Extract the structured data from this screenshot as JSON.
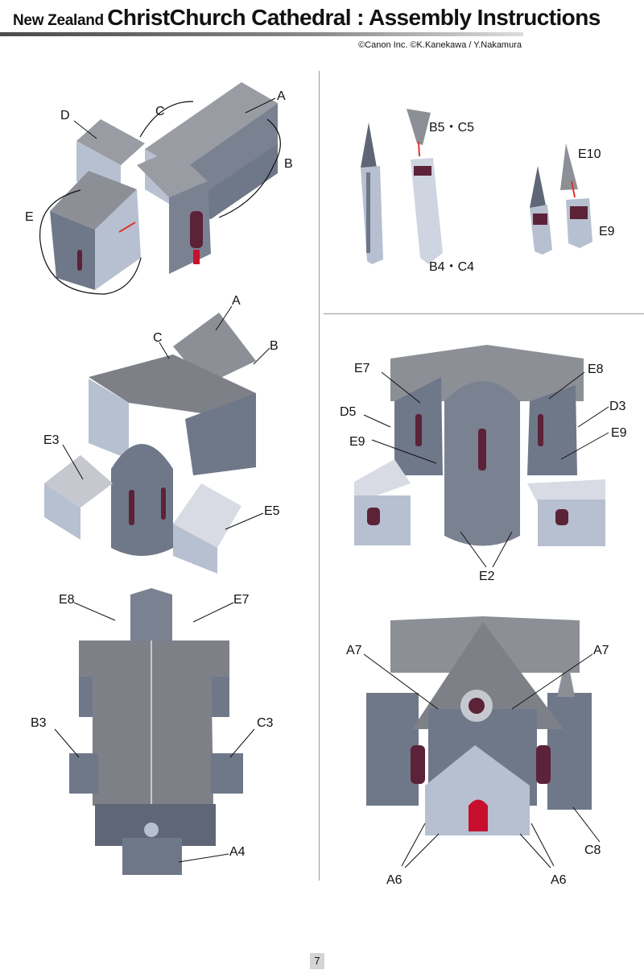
{
  "header": {
    "title_prefix": "New Zealand",
    "title_main": "ChristChurch Cathedral : Assembly Instructions",
    "copyright": "©Canon Inc. ©K.Kanekawa / Y.Nakamura"
  },
  "figures": {
    "fig1": {
      "labels": {
        "A": "A",
        "B": "B",
        "C": "C",
        "D": "D",
        "E": "E"
      }
    },
    "fig2": {
      "labels": {
        "b5c5": "B5・C5",
        "b4c4": "B4・C4",
        "e10": "E10",
        "e9": "E9"
      }
    },
    "fig3": {
      "labels": {
        "A": "A",
        "B": "B",
        "C": "C",
        "E3": "E3",
        "E5": "E5"
      }
    },
    "fig4": {
      "labels": {
        "E7": "E7",
        "E8": "E8",
        "D5": "D5",
        "D3": "D3",
        "E9a": "E9",
        "E9b": "E9",
        "E2": "E2"
      }
    },
    "fig5": {
      "labels": {
        "E8": "E8",
        "E7": "E7",
        "B3": "B3",
        "C3": "C3",
        "A4": "A4"
      }
    },
    "fig6": {
      "labels": {
        "A7a": "A7",
        "A7b": "A7",
        "C8": "C8",
        "A6a": "A6",
        "A6b": "A6"
      }
    }
  },
  "footer": {
    "page_number": "7"
  },
  "colors": {
    "roof": "#8d8f97",
    "roof_light": "#c6c8cf",
    "wall": "#6f7889",
    "wall_light": "#b7c0d0",
    "window": "#5b2238",
    "accent_red": "#e0322a",
    "door": "#c8102e"
  }
}
